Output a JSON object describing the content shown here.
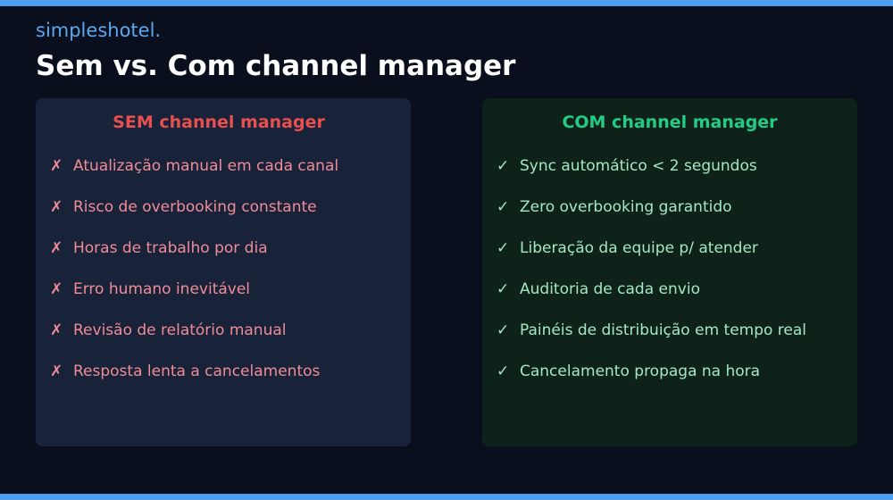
{
  "brand": "simpleshotel.",
  "title": "Sem vs. Com channel manager",
  "colors": {
    "background": "#0a0f1d",
    "accent_bar": "#4a9ff0",
    "without_heading": "#e85050",
    "with_heading": "#22cc84"
  },
  "without": {
    "heading": "SEM channel manager",
    "mark": "✗",
    "mark_icon": "cross-mark-icon",
    "items": [
      "Atualização manual em cada canal",
      "Risco de overbooking constante",
      "Horas de trabalho por dia",
      "Erro humano inevitável",
      "Revisão de relatório manual",
      "Resposta lenta a cancelamentos"
    ]
  },
  "with": {
    "heading": "COM channel manager",
    "mark": "✓",
    "mark_icon": "check-mark-icon",
    "items": [
      "Sync automático < 2 segundos",
      "Zero overbooking garantido",
      "Liberação da equipe p/ atender",
      "Auditoria de cada envio",
      "Painéis de distribuição em tempo real",
      "Cancelamento propaga na hora"
    ]
  }
}
